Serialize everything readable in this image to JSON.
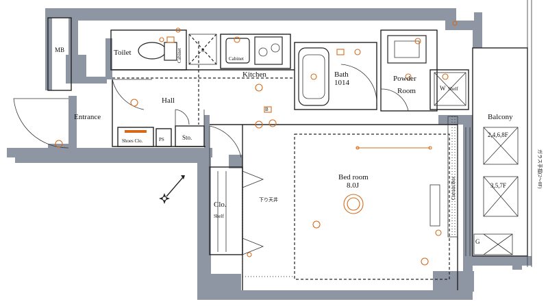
{
  "rooms": {
    "mb": "MB",
    "toilet": "Toilet",
    "cabinet_toilet": "Cabinet",
    "cabinet_kitchen": "Cabinet",
    "kitchen": "Kitchen",
    "bath": "Bath",
    "bath_size": "1014",
    "powder": "Powder",
    "powder_room": "Room",
    "w_shelf_w": "W",
    "w_shelf": "Shelf",
    "hall": "Hall",
    "entrance": "Entrance",
    "shoes_clo": "Shoes Clo.",
    "ps": "PS",
    "sto": "Sto.",
    "balcony": "Balcony",
    "balcony_floors_a": "2,4,6,8F",
    "balcony_floors_b": "3,5,7F",
    "g": "G",
    "bedroom": "Bed room",
    "bedroom_size": "8.0J",
    "curtain_box": "Curtain Box",
    "clo": "Clo.",
    "clo_shelf": "Shelf",
    "lowered_ceiling": "下り天井",
    "glass_rail": "ガラス手摺(2～8F)",
    "refrigerator": "R",
    "mark_b": "B"
  },
  "colors": {
    "wall": "#8f96a3",
    "fixture_symbol": "#d46a1a"
  },
  "icons": {
    "compass": "north-arrow-compass-icon"
  }
}
